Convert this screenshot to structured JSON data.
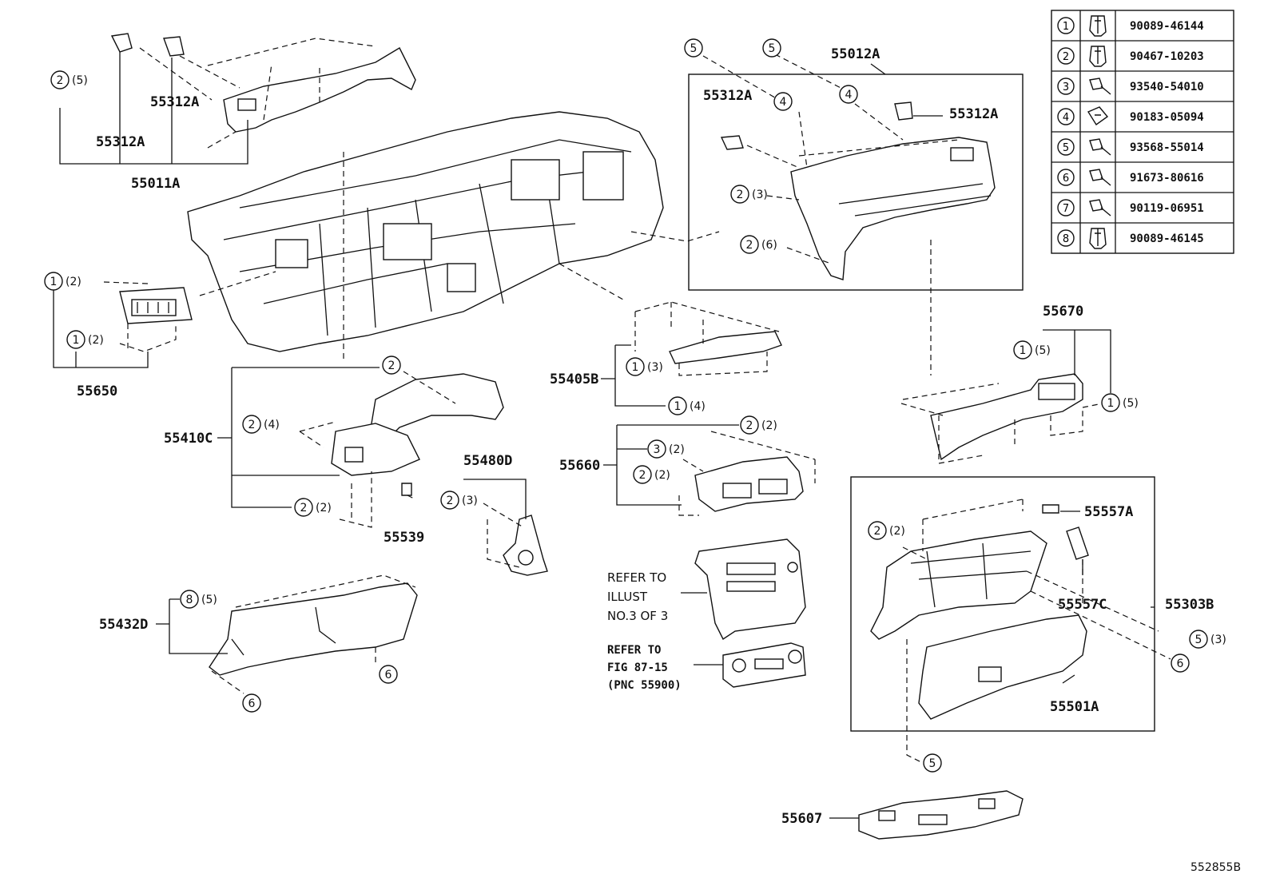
{
  "labels": {
    "p55011A": "55011A",
    "p55312A_top": "55312A",
    "p55312A_mid": "55312A",
    "p55012A": "55012A",
    "p55312A_r1": "55312A",
    "p55312A_r2": "55312A",
    "p55650": "55650",
    "p55410C": "55410C",
    "p55539": "55539",
    "p55480D": "55480D",
    "p55405B": "55405B",
    "p55660": "55660",
    "p55670": "55670",
    "p55432D": "55432D",
    "p55557A": "55557A",
    "p55557C": "55557C",
    "p55303B": "55303B",
    "p55501A": "55501A",
    "p55607": "55607"
  },
  "refer_illust": [
    "REFER TO",
    "ILLUST",
    "NO.3 OF 3"
  ],
  "refer_fig": [
    "REFER TO",
    "FIG 87-15",
    "(PNC 55900)"
  ],
  "callouts": {
    "c1": {
      "n": "2",
      "q": "(5)"
    },
    "c2": {
      "n": "1",
      "q": "(2)"
    },
    "c3": {
      "n": "1",
      "q": "(2)"
    },
    "c4": {
      "n": "2",
      "q": ""
    },
    "c5": {
      "n": "2",
      "q": "(4)"
    },
    "c6": {
      "n": "2",
      "q": "(2)"
    },
    "c7": {
      "n": "2",
      "q": "(3)"
    },
    "c8": {
      "n": "1",
      "q": "(3)"
    },
    "c9": {
      "n": "1",
      "q": "(4)"
    },
    "c10": {
      "n": "2",
      "q": "(2)"
    },
    "c11": {
      "n": "3",
      "q": "(2)"
    },
    "c12": {
      "n": "2",
      "q": "(2)"
    },
    "c13": {
      "n": "8",
      "q": "(5)"
    },
    "c14": {
      "n": "6",
      "q": ""
    },
    "c15": {
      "n": "6",
      "q": ""
    },
    "c16": {
      "n": "5",
      "q": ""
    },
    "c17": {
      "n": "5",
      "q": ""
    },
    "c18": {
      "n": "4",
      "q": ""
    },
    "c19": {
      "n": "4",
      "q": ""
    },
    "c20": {
      "n": "2",
      "q": "(3)"
    },
    "c21": {
      "n": "2",
      "q": "(6)"
    },
    "c22": {
      "n": "1",
      "q": "(5)"
    },
    "c23": {
      "n": "1",
      "q": "(5)"
    },
    "c24": {
      "n": "2",
      "q": "(2)"
    },
    "c25": {
      "n": "5",
      "q": "(3)"
    },
    "c26": {
      "n": "6",
      "q": ""
    },
    "c27": {
      "n": "5",
      "q": ""
    }
  },
  "parts_table": [
    {
      "index": "1",
      "icon": "clip-icon",
      "part_no": "90089-46144"
    },
    {
      "index": "2",
      "icon": "clip-icon",
      "part_no": "90467-10203"
    },
    {
      "index": "3",
      "icon": "screw-icon",
      "part_no": "93540-54010"
    },
    {
      "index": "4",
      "icon": "nut-icon",
      "part_no": "90183-05094"
    },
    {
      "index": "5",
      "icon": "screw-icon",
      "part_no": "93568-55014"
    },
    {
      "index": "6",
      "icon": "screw-icon",
      "part_no": "91673-80616"
    },
    {
      "index": "7",
      "icon": "screw-icon",
      "part_no": "90119-06951"
    },
    {
      "index": "8",
      "icon": "clip-icon",
      "part_no": "90089-46145"
    }
  ],
  "footer_code": "552855B"
}
